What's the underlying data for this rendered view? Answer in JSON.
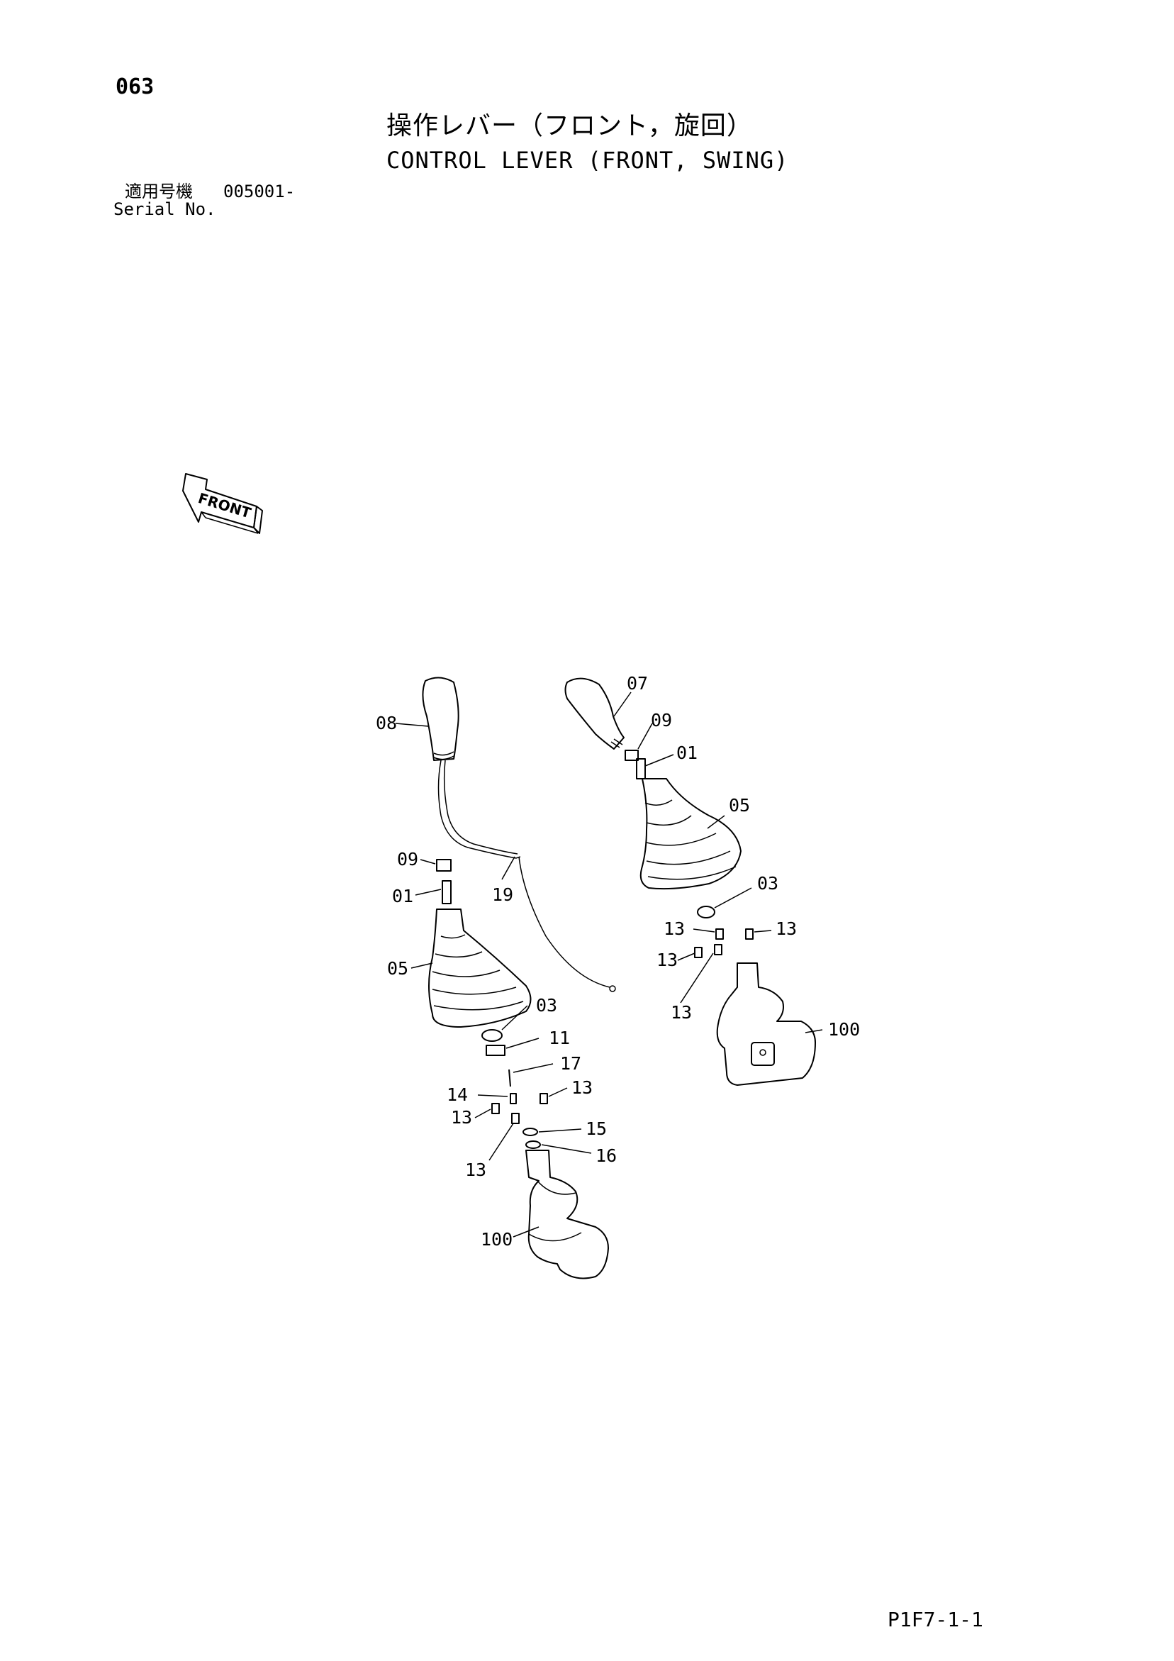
{
  "header": {
    "page_number": "063",
    "title_jp": "操作レバー（フロント，旋回）",
    "title_en": "CONTROL LEVER (FRONT, SWING)",
    "serial_label_jp": "適用号機",
    "serial_range": "005001-",
    "serial_label_en": "Serial No."
  },
  "front_arrow": {
    "label": "FRONT"
  },
  "callouts": {
    "left_assembly": [
      "08",
      "09",
      "01",
      "19",
      "05",
      "03",
      "11",
      "17",
      "14",
      "13",
      "13",
      "13",
      "15",
      "16",
      "13",
      "100"
    ],
    "right_assembly": [
      "07",
      "09",
      "01",
      "05",
      "03",
      "13",
      "13",
      "13",
      "13",
      "100"
    ]
  },
  "footer": {
    "ref_code": "P1F7-1-1"
  }
}
